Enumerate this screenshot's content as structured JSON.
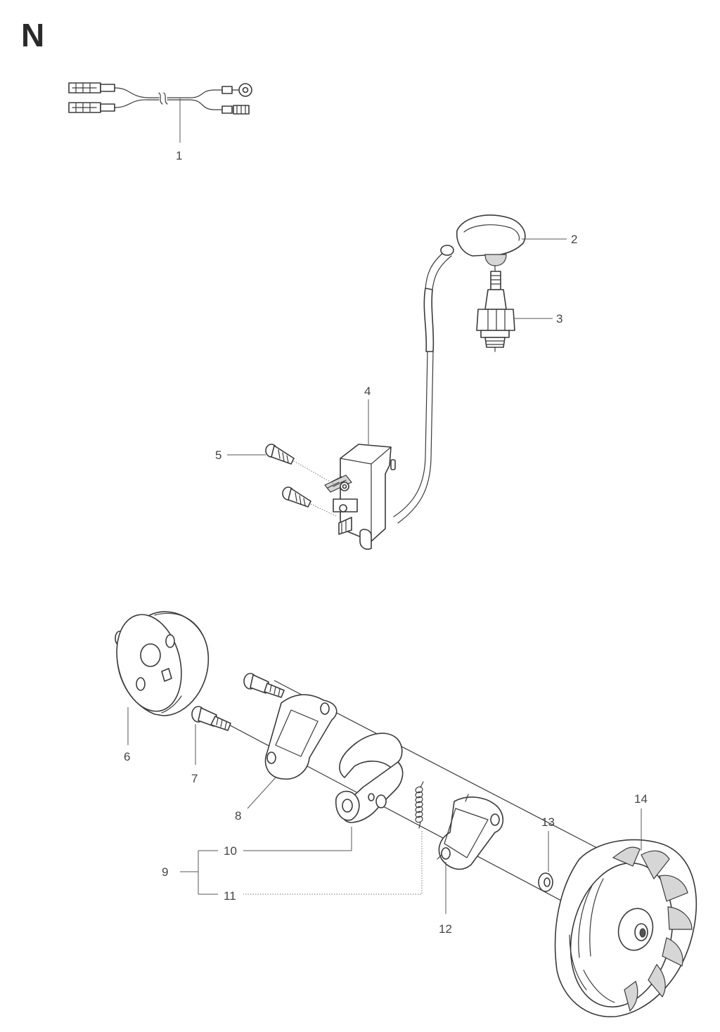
{
  "sheet_letter": "N",
  "callouts": {
    "c1": "1",
    "c2": "2",
    "c3": "3",
    "c4": "4",
    "c5": "5",
    "c6": "6",
    "c7": "7",
    "c8": "8",
    "c9": "9",
    "c10": "10",
    "c11": "11",
    "c12": "12",
    "c13": "13",
    "c14": "14"
  }
}
